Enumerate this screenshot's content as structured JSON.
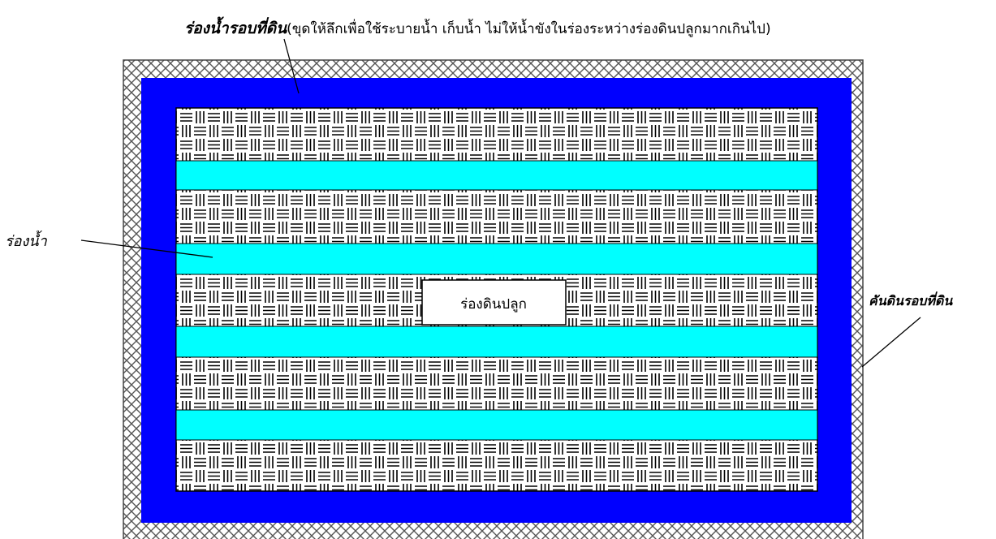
{
  "labels": {
    "title_main": "ร่องน้ำรอบที่ดิน",
    "title_note": "(ขุดให้ลึกเพื่อใช้ระบายน้ำ เก็บน้ำ ไม่ให้น้ำขังในร่องระหว่างร่องดินปลูกมากเกินไป)",
    "water_channel": "ร่องน้ำ",
    "planting_bed": "ร่องดินปลูก",
    "embankment": "คันดินรอบที่ดิน"
  },
  "colors": {
    "embankment_pattern": "#6b6b6b",
    "perimeter_channel": "#0000ff",
    "inner_channel": "#00ffff",
    "bed_pattern": "#000000",
    "background": "#ffffff"
  },
  "structure": {
    "planting_bed_rows": 5,
    "inner_water_channels": 4
  }
}
